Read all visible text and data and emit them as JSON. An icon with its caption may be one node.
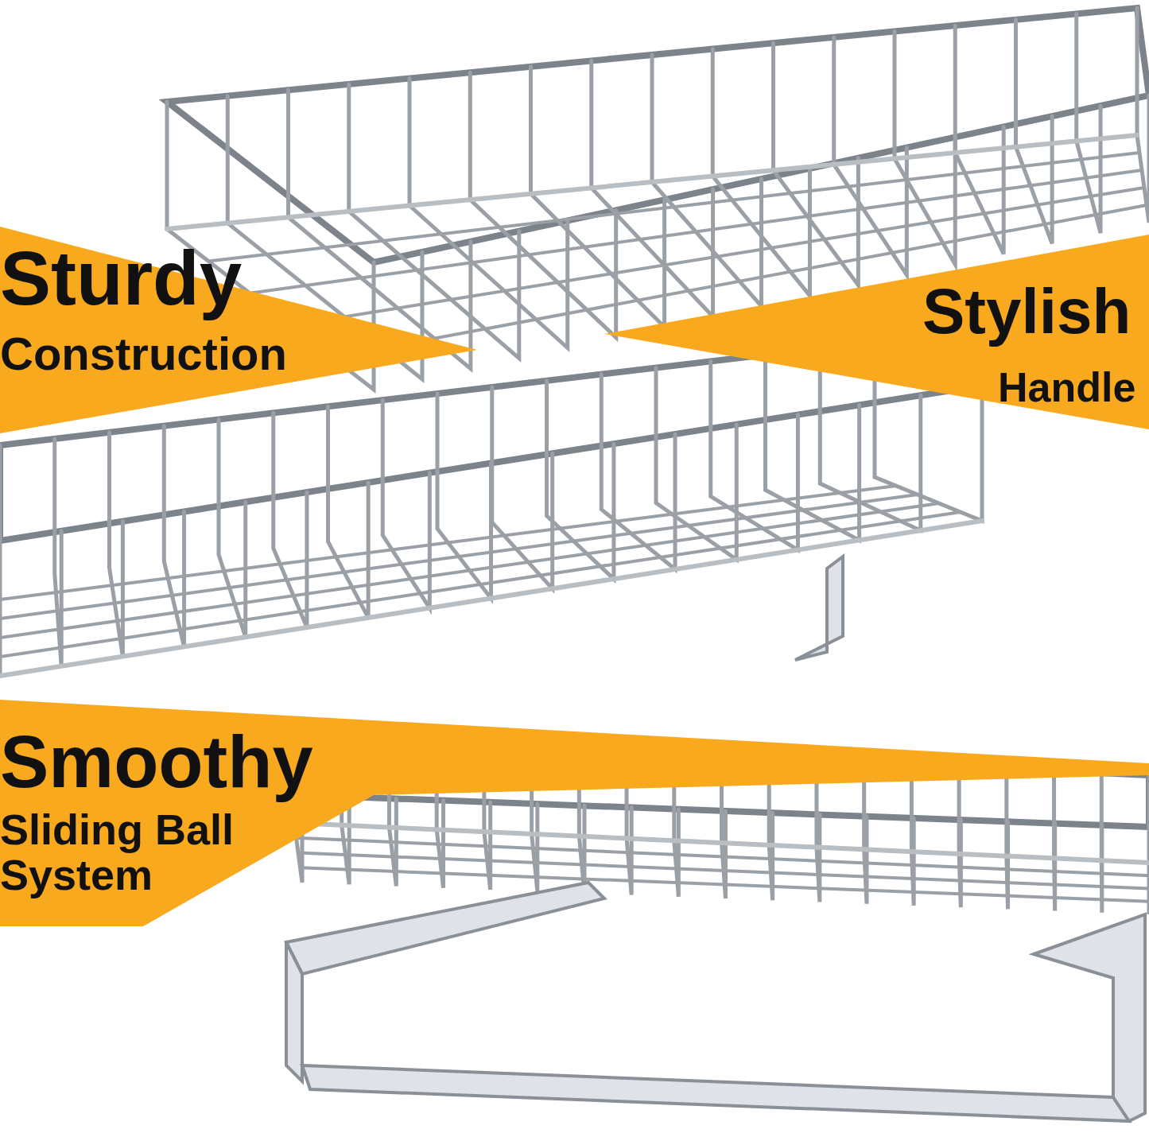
{
  "diagram": {
    "nodes": [
      {
        "text": [
          "Sturdy",
          "Construction"
        ]
      },
      {
        "text": [
          "Stylish",
          "Handle"
        ]
      },
      {
        "text": [
          "Smoothy",
          "Sliding Ball System"
        ]
      }
    ]
  }
}
